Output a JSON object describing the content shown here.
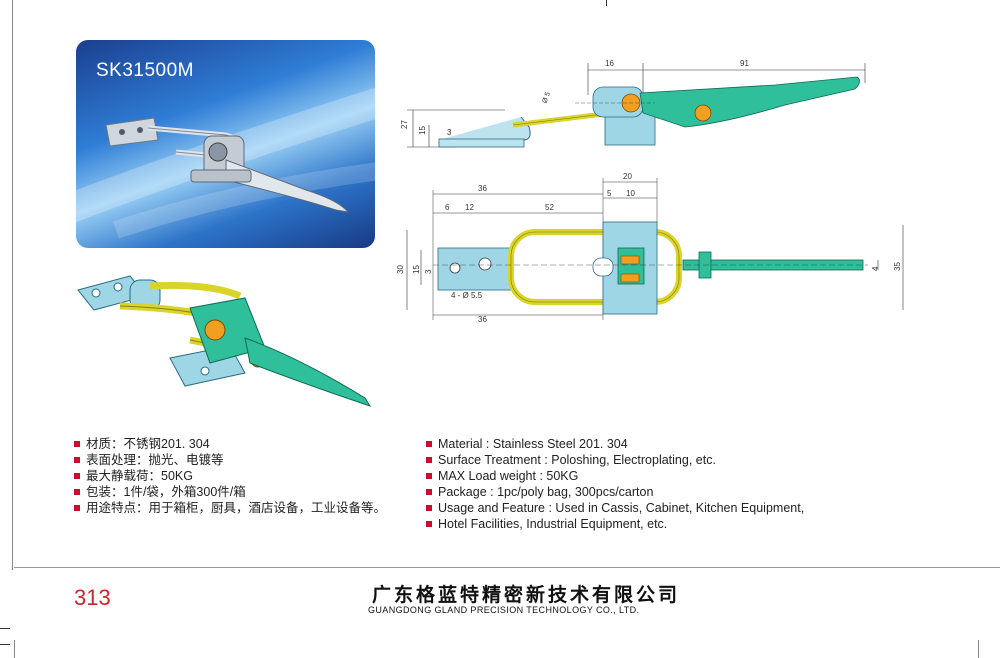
{
  "product": {
    "code": "SK31500M"
  },
  "specs_cn": [
    "材质：不锈钢201. 304",
    "表面处理：抛光、电镀等",
    "最大静载荷：50KG",
    "包装：1件/袋，外箱300件/箱",
    "用途特点：用于箱柜，厨具，酒店设备，工业设备等。"
  ],
  "specs_en": [
    "Material : Stainless Steel 201. 304",
    "Surface Treatment : Poloshing, Electroplating, etc.",
    "MAX Load weight : 50KG",
    "Package : 1pc/poly bag,  300pcs/carton",
    "Usage and Feature : Used in Cassis, Cabinet, Kitchen Equipment,",
    "Hotel Facilities, Industrial Equipment, etc."
  ],
  "dimensions_side": {
    "d16": "16",
    "d91": "91",
    "d27": "27",
    "d15": "15",
    "d3": "3",
    "dia5": "Ø 5"
  },
  "dimensions_top": {
    "d20": "20",
    "d36": "36",
    "d5": "5",
    "d10": "10",
    "d6": "6",
    "d12": "12",
    "d52": "52",
    "d30": "30",
    "d15": "15",
    "d3": "3",
    "holes": "4 - Ø 5.5",
    "d36b": "36",
    "d4": "4",
    "d35": "35"
  },
  "footer": {
    "page_number": "313",
    "company_cn": "广东格蓝特精密新技术有限公司",
    "company_en": "GUANGDONG GLAND PRECISION TECHNOLOGY CO., LTD."
  },
  "colors": {
    "accent_red": "#c8102e",
    "part_green": "#2fbf9a",
    "part_yellow": "#d9d32a",
    "part_blue": "#8fcde0",
    "part_orange": "#f0a020"
  }
}
